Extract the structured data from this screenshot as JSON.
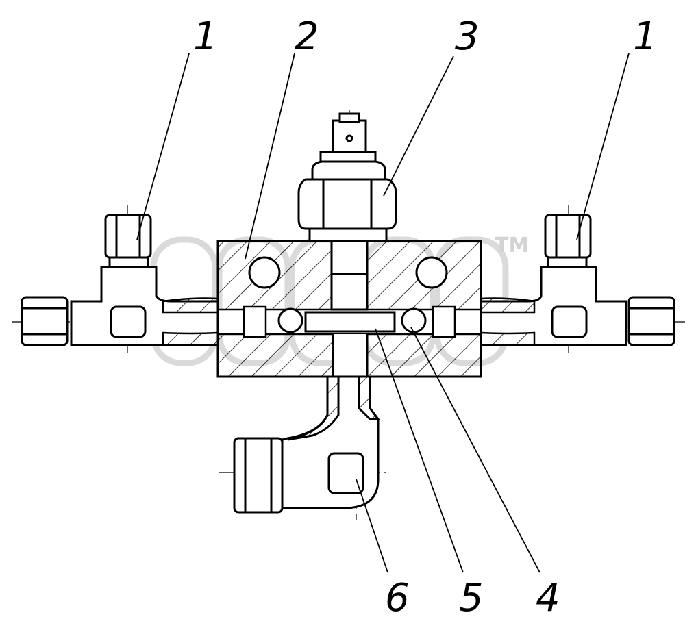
{
  "callouts": {
    "left_1": "1",
    "label_2": "2",
    "label_3": "3",
    "right_1": "1",
    "label_6": "6",
    "label_5": "5",
    "label_4": "4"
  },
  "watermark": {
    "mark": "TM"
  },
  "colors": {
    "line": "#000000",
    "watermark": "#cfcfcf",
    "background": "#ffffff"
  }
}
